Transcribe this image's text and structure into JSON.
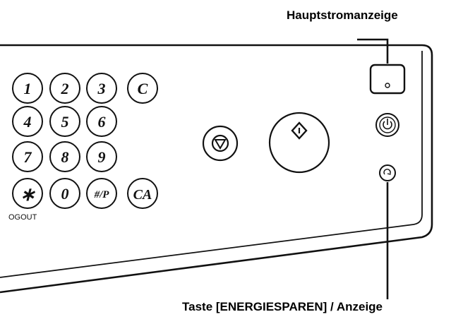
{
  "callouts": {
    "main_power_indicator": "Hauptstromanzeige",
    "energy_save_key": "Taste [ENERGIESPAREN] / Anzeige"
  },
  "keypad": {
    "rows": [
      [
        "1",
        "2",
        "3",
        "C"
      ],
      [
        "4",
        "5",
        "6"
      ],
      [
        "7",
        "8",
        "9"
      ],
      [
        "∗",
        "0",
        "#/P",
        "CA"
      ]
    ],
    "logout_label": "OGOUT"
  },
  "icons": {
    "stop_key": "stop-icon",
    "start_key": "start-icon",
    "power_key": "power-icon",
    "energy_save_key": "energy-save-icon",
    "indicator": "indicator-lamp-icon"
  }
}
